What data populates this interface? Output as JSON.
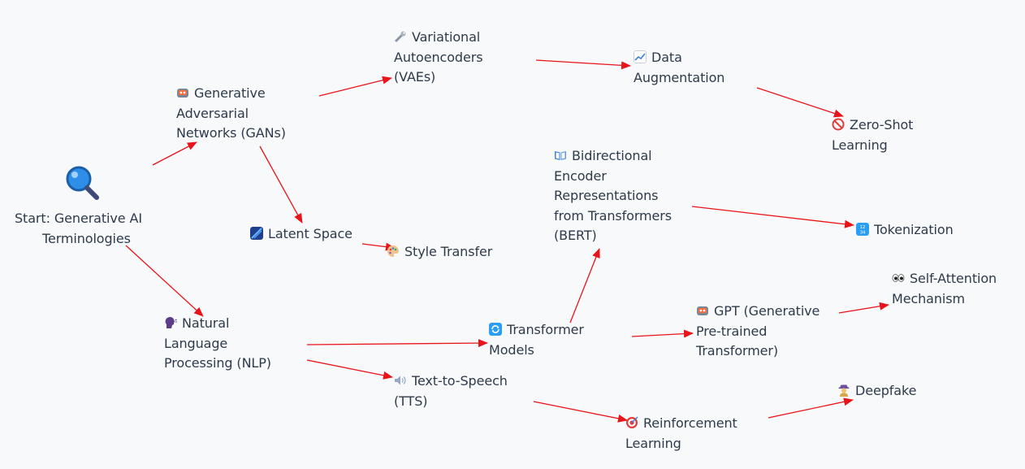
{
  "diagram": {
    "nodes": [
      {
        "id": "start",
        "icon": "magnifier-icon",
        "lines": [
          "Start: Generative AI",
          "Terminologies"
        ]
      },
      {
        "id": "gans",
        "icon": "robot-icon",
        "lines": [
          "Generative",
          "Adversarial",
          "Networks (GANs)"
        ]
      },
      {
        "id": "vaes",
        "icon": "wrench-icon",
        "lines": [
          "Variational",
          "Autoencoders",
          "(VAEs)"
        ]
      },
      {
        "id": "data_aug",
        "icon": "chart-icon",
        "lines": [
          "Data",
          "Augmentation"
        ]
      },
      {
        "id": "zero_shot",
        "icon": "no-entry-icon",
        "lines": [
          "Zero-Shot",
          "Learning"
        ]
      },
      {
        "id": "latent",
        "icon": "latent-space-icon",
        "lines": [
          "Latent Space"
        ]
      },
      {
        "id": "style",
        "icon": "palette-icon",
        "lines": [
          "Style Transfer"
        ]
      },
      {
        "id": "bert",
        "icon": "book-icon",
        "lines": [
          "Bidirectional",
          "Encoder",
          "Representations",
          "from Transformers",
          "(BERT)"
        ]
      },
      {
        "id": "token",
        "icon": "numbers-icon",
        "lines": [
          "Tokenization"
        ]
      },
      {
        "id": "nlp",
        "icon": "speaking-head-icon",
        "lines": [
          "Natural",
          "Language",
          "Processing (NLP)"
        ]
      },
      {
        "id": "transformer",
        "icon": "refresh-icon",
        "lines": [
          "Transformer",
          "Models"
        ]
      },
      {
        "id": "gpt",
        "icon": "robot-icon",
        "lines": [
          "GPT (Generative",
          "Pre-trained",
          "Transformer)"
        ]
      },
      {
        "id": "self_attn",
        "icon": "eyes-icon",
        "lines": [
          "Self-Attention",
          "Mechanism"
        ]
      },
      {
        "id": "tts",
        "icon": "speaker-icon",
        "lines": [
          "Text-to-Speech",
          "(TTS)"
        ]
      },
      {
        "id": "rl",
        "icon": "target-icon",
        "lines": [
          "Reinforcement",
          "Learning"
        ]
      },
      {
        "id": "deepfake",
        "icon": "detective-icon",
        "lines": [
          "Deepfake"
        ]
      }
    ],
    "edges": [
      {
        "from": "start",
        "to": "gans"
      },
      {
        "from": "start",
        "to": "nlp"
      },
      {
        "from": "gans",
        "to": "vaes"
      },
      {
        "from": "gans",
        "to": "latent"
      },
      {
        "from": "vaes",
        "to": "data_aug"
      },
      {
        "from": "data_aug",
        "to": "zero_shot"
      },
      {
        "from": "latent",
        "to": "style"
      },
      {
        "from": "nlp",
        "to": "transformer"
      },
      {
        "from": "nlp",
        "to": "tts"
      },
      {
        "from": "transformer",
        "to": "bert"
      },
      {
        "from": "transformer",
        "to": "gpt"
      },
      {
        "from": "bert",
        "to": "token"
      },
      {
        "from": "gpt",
        "to": "self_attn"
      },
      {
        "from": "tts",
        "to": "rl"
      },
      {
        "from": "rl",
        "to": "deepfake"
      }
    ],
    "edge_color": "#e8141a",
    "text_color": "#2e3a4b"
  }
}
